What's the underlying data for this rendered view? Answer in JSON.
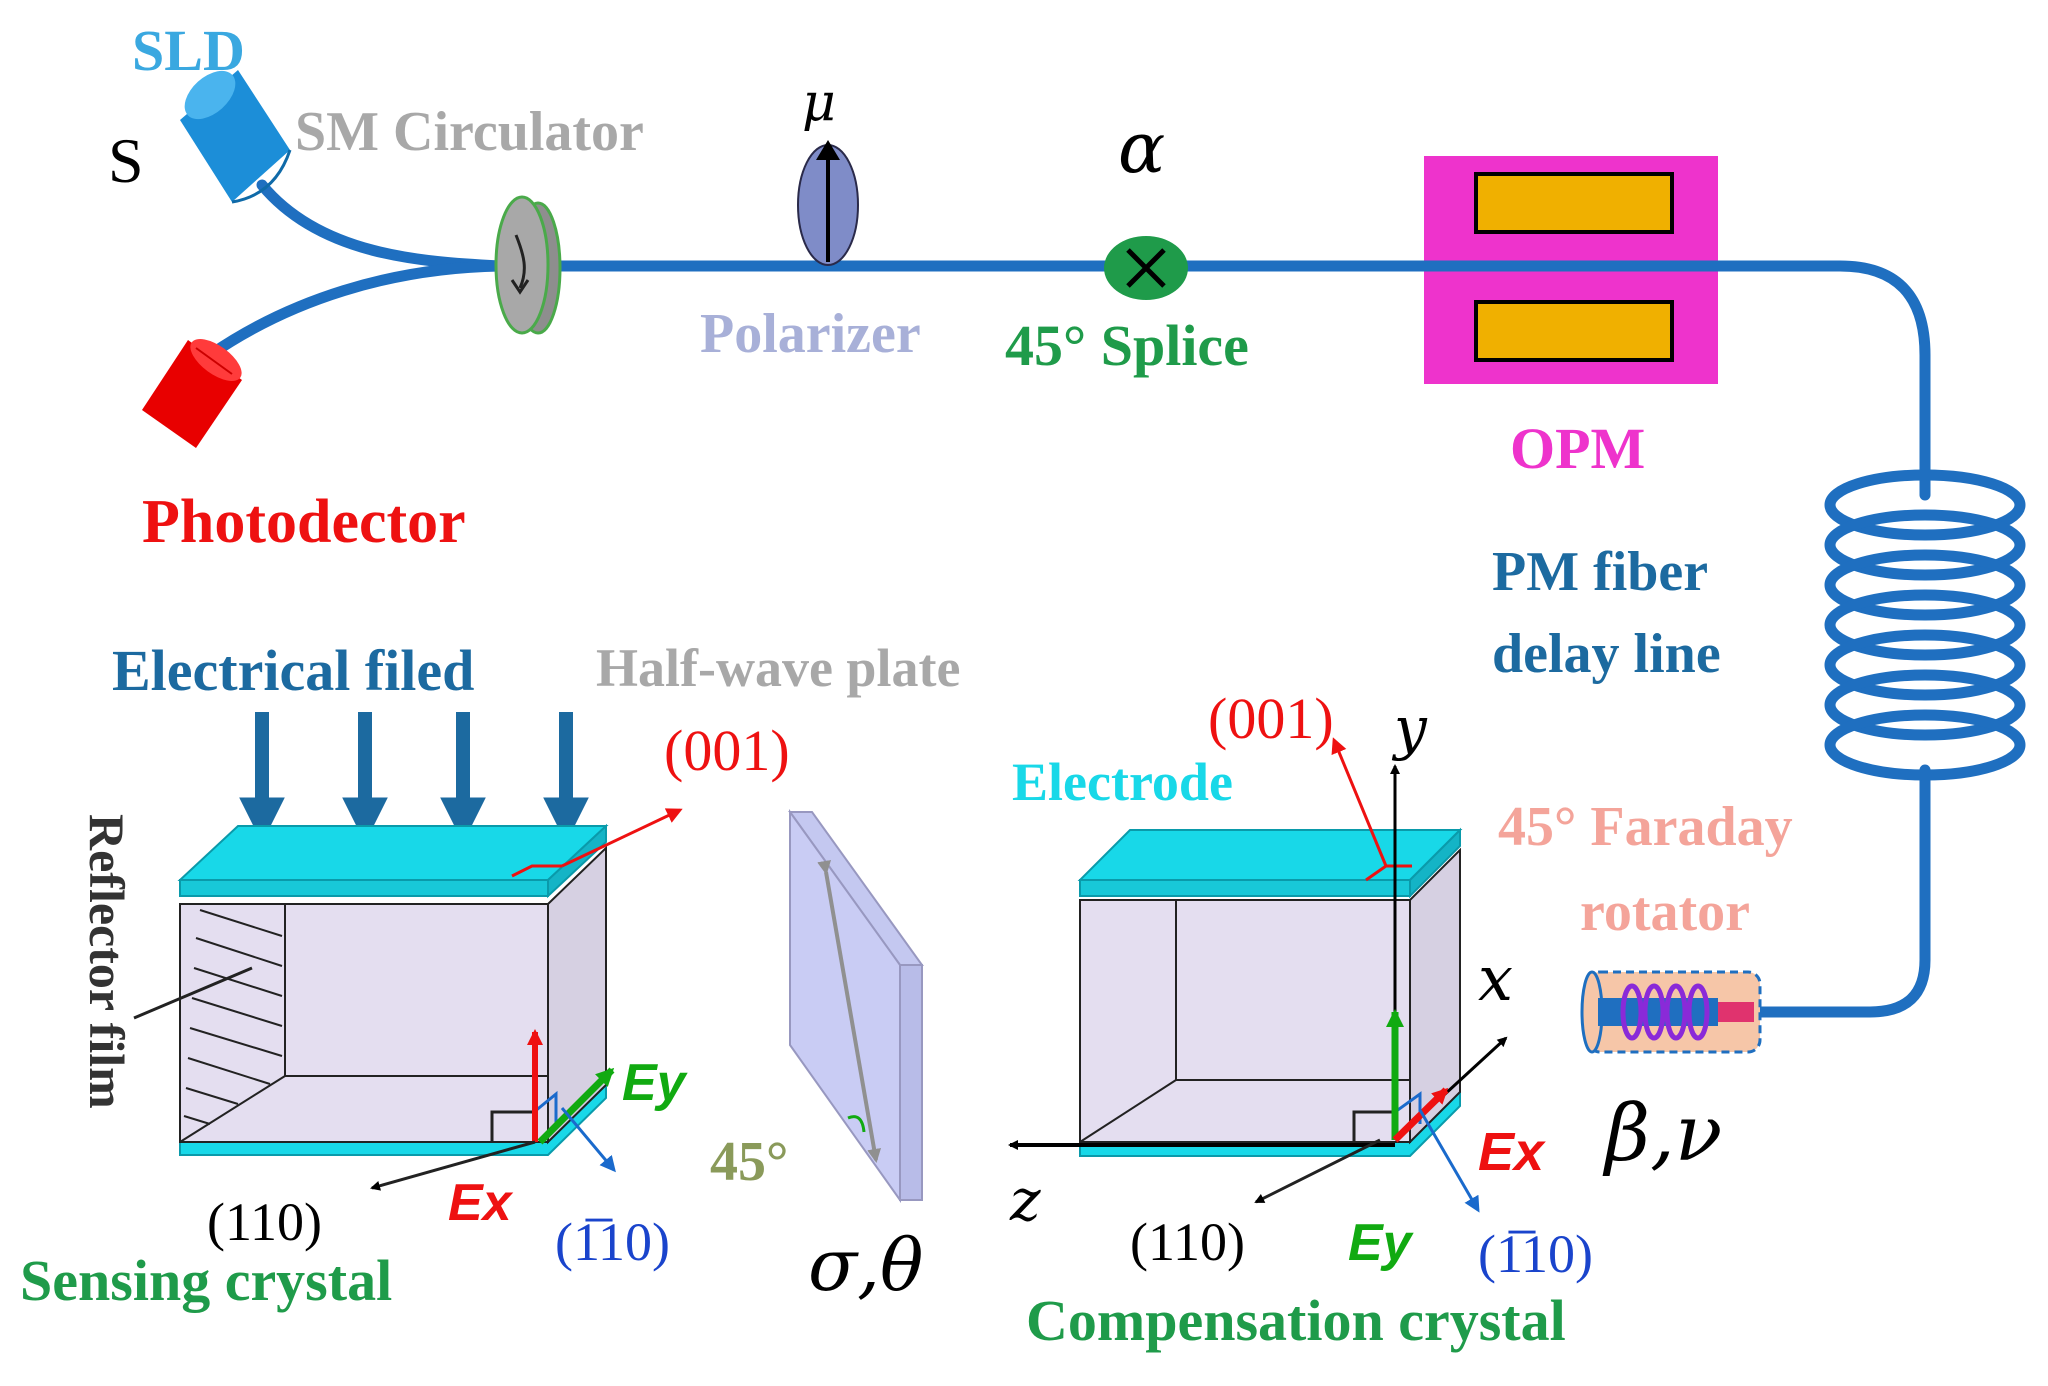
{
  "labels": {
    "sld": "SLD",
    "s": "S",
    "circulator": "SM Circulator",
    "photodetector": "Photodector",
    "polarizer": "Polarizer",
    "mu": "μ",
    "alpha": "α",
    "splice": "45° Splice",
    "opm": "OPM",
    "pm_fiber_line1": "PM fiber",
    "pm_fiber_line2": "delay line",
    "faraday_line1": "45° Faraday",
    "faraday_line2": "rotator",
    "beta_nu": "β,ν",
    "electrical_field": "Electrical filed",
    "half_wave_plate": "Half-wave plate",
    "reflector_film": "Reflector film",
    "sensing_001": "(001)",
    "sensing_110": "(110)",
    "sensing_bar110": "(1̅10)",
    "sensing_ex": "Ex",
    "sensing_ey": "Ey",
    "sensing_crystal": "Sensing crystal",
    "hwp_angle": "45°",
    "sigma_theta": "σ,θ",
    "electrode": "Electrode",
    "comp_001": "(001)",
    "comp_y": "y",
    "comp_x": "x",
    "comp_z": "z",
    "comp_110": "(110)",
    "comp_bar110": "(1̅10)",
    "comp_ex": "Ex",
    "comp_ey": "Ey",
    "comp_crystal": "Compensation crystal"
  },
  "colors": {
    "fiber": "#1f6fc0",
    "sld": "#3aa0e0",
    "photodetector": "#ee1111",
    "circulator_label": "#a8a8a8",
    "polarizer_label": "#a8b0d8",
    "splice": "#1f9b4a",
    "opm": "#ee33cc",
    "pm_fiber_label": "#1c6aa0",
    "faraday_label": "#f4a49a",
    "electrical_label": "#1c6aa0",
    "half_wave_label": "#a8a8a8",
    "electrode": "#18d8e8",
    "crystal_body": "#e2dcea",
    "red_label": "#ee1111",
    "green_label": "#11aa11",
    "blue_label": "#1a44cc",
    "crystal_title": "#1f9b4a"
  },
  "icons": {
    "sld": "sld-source-icon",
    "photodetector": "photodetector-icon",
    "circulator": "circulator-icon",
    "polarizer": "polarizer-icon",
    "splice": "splice-cross-icon",
    "opm": "opm-modulator-icon",
    "coil": "fiber-coil-icon",
    "faraday": "faraday-rotator-icon",
    "half_wave_plate": "half-wave-plate-icon",
    "sensing_crystal": "sensing-crystal-icon",
    "compensation_crystal": "compensation-crystal-icon"
  }
}
